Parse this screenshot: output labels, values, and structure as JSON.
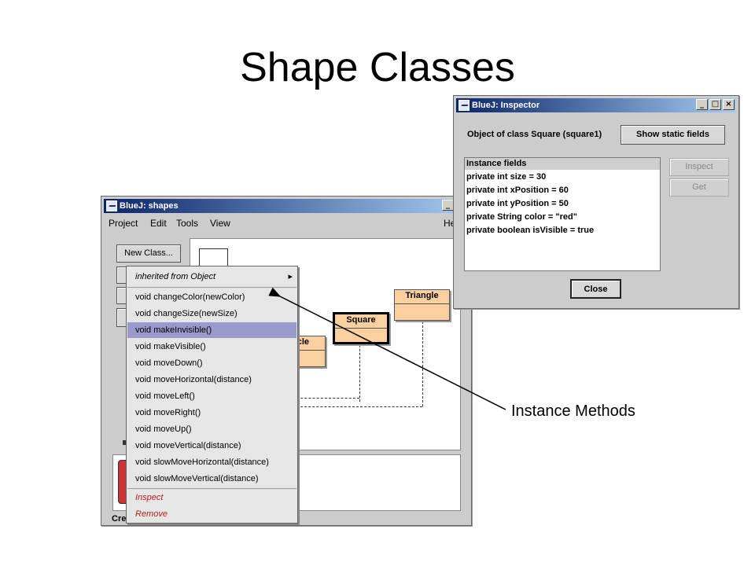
{
  "slide": {
    "title": "Shape Classes",
    "annotation": "Instance Methods"
  },
  "bluej_window": {
    "title": "BlueJ: shapes",
    "window_buttons": [
      "_",
      "□",
      "×"
    ],
    "menu": [
      "Project",
      "Edit",
      "Tools",
      "View",
      "He"
    ],
    "new_class_button": "New Class...",
    "bench_label": "Cre",
    "classes": [
      "Triangle",
      "Square",
      "cle"
    ]
  },
  "popup_menu": {
    "submenu": "inherited from Object",
    "methods": [
      "void changeColor(newColor)",
      "void changeSize(newSize)",
      "void makeInvisible()",
      "void makeVisible()",
      "void moveDown()",
      "void moveHorizontal(distance)",
      "void moveLeft()",
      "void moveRight()",
      "void moveUp()",
      "void moveVertical(distance)",
      "void slowMoveHorizontal(distance)",
      "void slowMoveVertical(distance)"
    ],
    "highlighted": "void makeInvisible()",
    "actions": [
      "Inspect",
      "Remove"
    ]
  },
  "inspector": {
    "title": "BlueJ: Inspector",
    "object_label": "Object of class Square (square1)",
    "show_static_button": "Show static fields",
    "fields_header": "Instance fields",
    "fields": [
      "private int size = 30",
      "private int xPosition = 60",
      "private int yPosition = 50",
      "private String color = \"red\"",
      "private boolean isVisible = true"
    ],
    "inspect_button": "Inspect",
    "get_button": "Get",
    "close_button": "Close"
  },
  "colors": {
    "class_box": "#fbd0a0",
    "highlight": "#9999cc",
    "object_red": "#cc3333"
  }
}
